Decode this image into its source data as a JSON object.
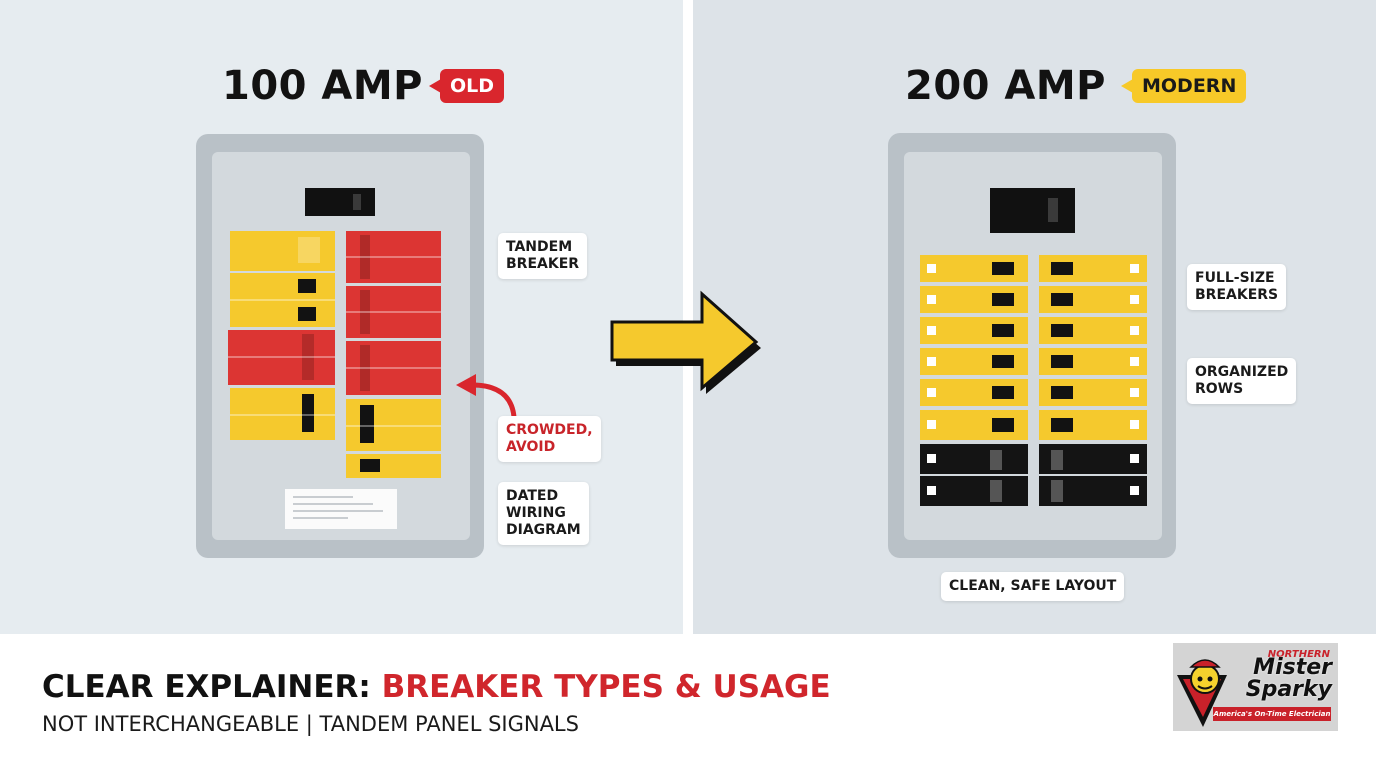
{
  "left": {
    "heading": "100 AMP",
    "badge": "OLD",
    "callouts": {
      "tandem": [
        "TANDEM",
        "BREAKER"
      ],
      "crowded": [
        "CROWDED,",
        "AVOID"
      ],
      "dated": [
        "DATED",
        "WIRING",
        "DIAGRAM"
      ]
    }
  },
  "right": {
    "heading": "200 AMP",
    "badge": "MODERN",
    "callouts": {
      "fullsize": [
        "FULL-SIZE",
        "BREAKERS"
      ],
      "organized": [
        "ORGANIZED",
        "ROWS"
      ],
      "clean": "CLEAN, SAFE LAYOUT"
    }
  },
  "footer": {
    "title_main": "CLEAR EXPLAINER: ",
    "title_accent": "BREAKER TYPES & USAGE",
    "subtitle": "NOT INTERCHANGEABLE | TANDEM PANEL SIGNALS"
  },
  "logo": {
    "line1": "NORTHERN",
    "line2": "Mister",
    "line3": "Sparky",
    "tagline": "America's On-Time Electrician"
  },
  "colors": {
    "old_badge": "#d9262d",
    "modern_badge": "#f7c928",
    "breaker_yellow": "#f5c92d",
    "breaker_red": "#dc3533",
    "breaker_black": "#141414",
    "accent_red_text": "#d0262c"
  },
  "icons": {
    "arrow": "right-arrow-icon",
    "curved_arrow": "curved-arrow-icon"
  }
}
